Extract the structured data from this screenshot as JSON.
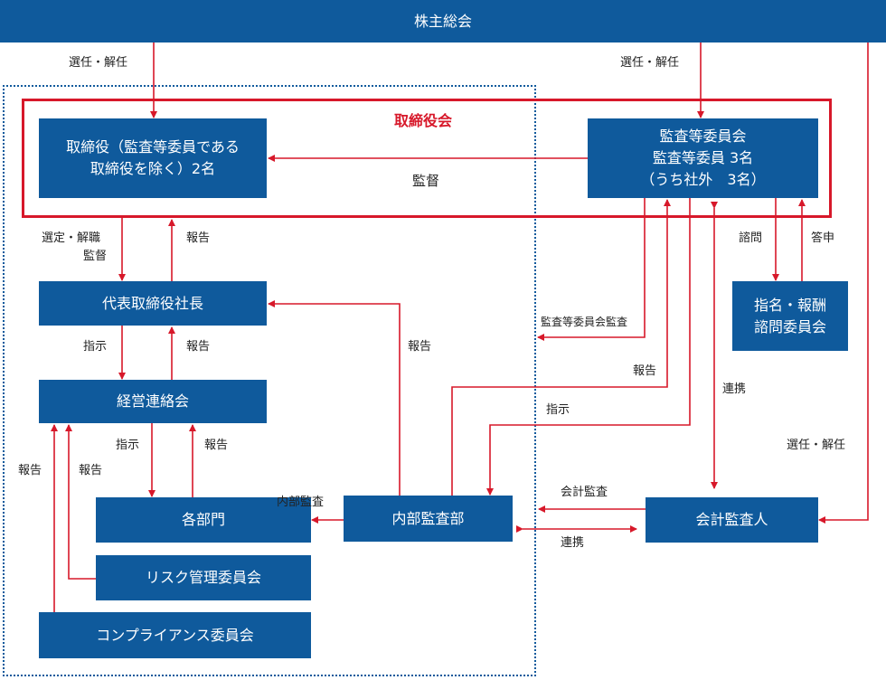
{
  "colors": {
    "box": "#0f5a9c",
    "arrow": "#d7182a",
    "board_frame": "#d7182a",
    "dotted": "#0f5a9c"
  },
  "shareholders_meeting": "株主総会",
  "board": {
    "title": "取締役会",
    "directors": [
      "取締役（監査等委員である",
      "取締役を除く）2名"
    ],
    "audit_committee": [
      "監査等委員会",
      "監査等委員 3名",
      "（うち社外　3名）"
    ],
    "supervise_label": "監督"
  },
  "president": "代表取締役社長",
  "management_council": "経営連絡会",
  "departments": "各部門",
  "risk_committee": "リスク管理委員会",
  "compliance_committee": "コンプライアンス委員会",
  "internal_audit": "内部監査部",
  "accounting_auditor": "会計監査人",
  "nomination_committee": [
    "指名・報酬",
    "諮問委員会"
  ],
  "labels": {
    "elect_dismiss_left": "選任・解任",
    "elect_dismiss_right": "選任・解任",
    "elect_dismiss_auditor": "選任・解任",
    "appoint_dismiss_supervise": [
      "選定・解職",
      "監督"
    ],
    "report_board": "報告",
    "instruct_president": "指示",
    "report_president": "報告",
    "instruct_council": "指示",
    "report_council": "報告",
    "report_risk": "報告",
    "report_compliance": "報告",
    "internal_audit_action": "内部監査",
    "report_internal_to_president": "報告",
    "committee_audit": "監査等委員会監査",
    "report_internal_to_committee": "報告",
    "instruct_committee_to_internal": "指示",
    "consult": "諮問",
    "respond": "答申",
    "cooperate_committee_auditor": "連携",
    "accounting_audit": "会計監査",
    "cooperate_internal_auditor": "連携"
  }
}
